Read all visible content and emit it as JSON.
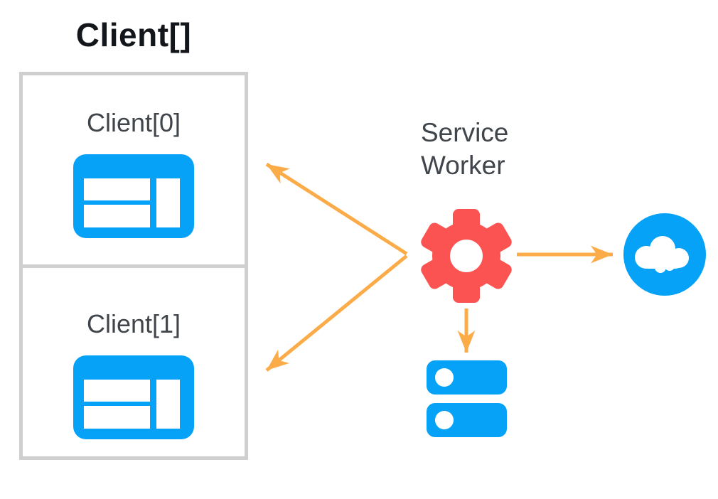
{
  "diagram": {
    "title": "Client[]",
    "clients": [
      {
        "label": "Client[0]",
        "icon": "browser-window-icon"
      },
      {
        "label": "Client[1]",
        "icon": "browser-window-icon"
      }
    ],
    "service_worker": {
      "line1": "Service",
      "line2": "Worker",
      "icon": "gear-icon"
    },
    "network": {
      "icon": "cloud-icon"
    },
    "storage": {
      "icon": "database-icon"
    },
    "arrows": [
      {
        "name": "service-worker-to-client0",
        "direction": "to-upper-left"
      },
      {
        "name": "service-worker-to-client1",
        "direction": "to-lower-left"
      },
      {
        "name": "service-worker-to-cloud",
        "direction": "to-right"
      },
      {
        "name": "service-worker-to-storage",
        "direction": "down"
      }
    ],
    "colors": {
      "blue": "#05A2F7",
      "red": "#FB5351",
      "orange": "#FBAC49",
      "border_gray": "#CFCFCF",
      "label_gray": "#3F454A",
      "title_color": "#13161A"
    }
  }
}
